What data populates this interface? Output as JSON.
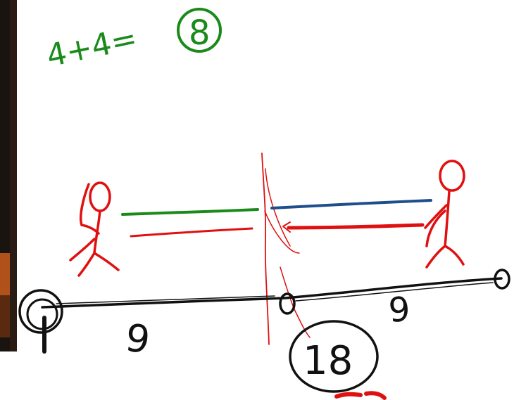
{
  "colors": {
    "background": "#ffffff",
    "ink_black": "#111111",
    "ink_green": "#1a8a1a",
    "ink_red": "#e01010",
    "ink_blue": "#1f4e8c",
    "frame_dark": "#1a1410",
    "frame_brown": "#5a2a10",
    "frame_orange": "#b0501a"
  },
  "equation": {
    "text": "4+4=",
    "answer": "8"
  },
  "labels": {
    "left_distance": "9",
    "right_distance": "9",
    "total": "18"
  },
  "icons": {
    "left_person": "stick-figure-icon",
    "right_person": "stick-figure-icon"
  }
}
